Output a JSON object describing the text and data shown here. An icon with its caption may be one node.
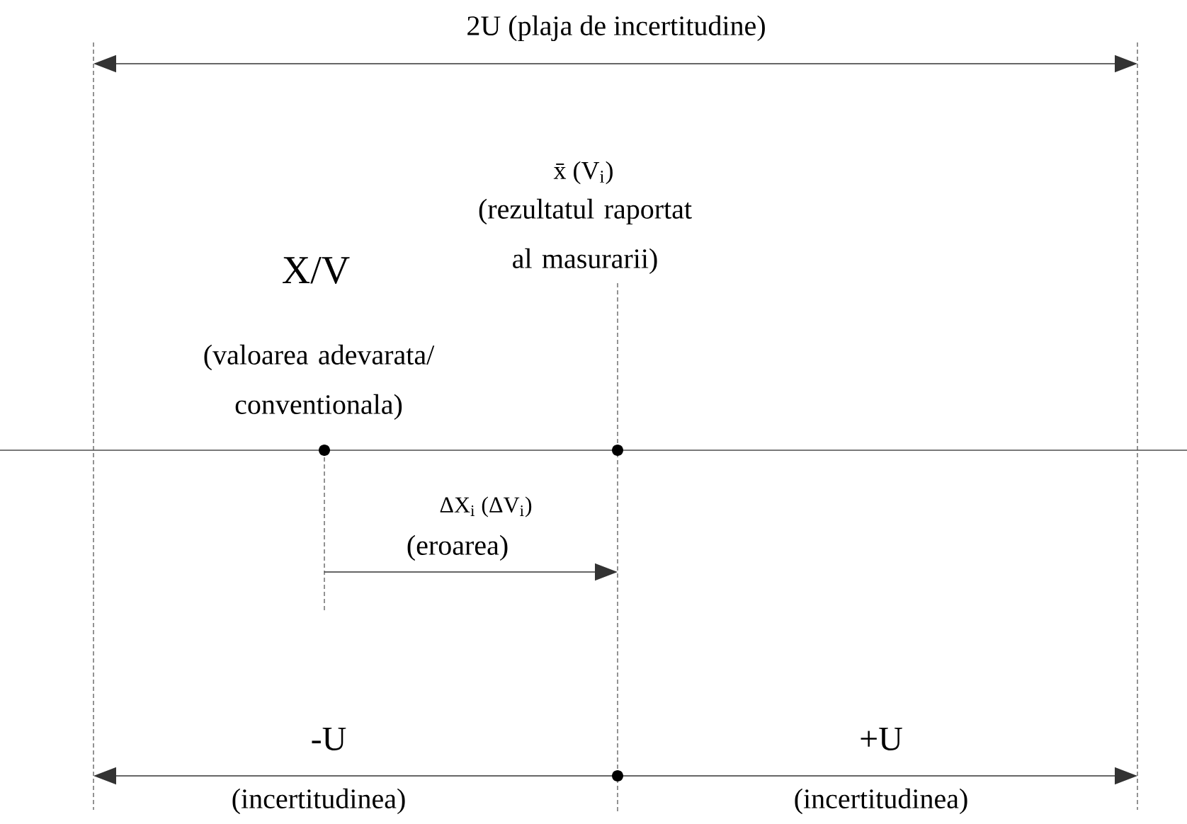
{
  "diagram": {
    "labels": [
      "2U (plaja de incertitudine)",
      "x̄ (V$_{i}$)",
      "(rezultatul raportat al masurarii)",
      "X/V",
      "(valoarea adevarata/ conventionala)",
      "ΔX$_{i}$ (ΔV$_{i}$)",
      "(eroarea)",
      "-U",
      "+U",
      "(incertitudinea)",
      "(incertitudinea)"
    ]
  }
}
